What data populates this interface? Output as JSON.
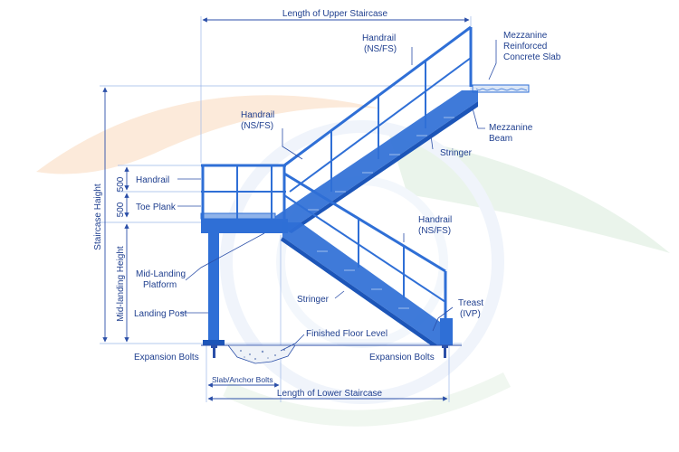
{
  "labels": {
    "length_upper": "Length of Upper Staircase",
    "mezzanine_slab_1": "Mezzanine",
    "mezzanine_slab_2": "Reinforced",
    "mezzanine_slab_3": "Concrete Slab",
    "mezzanine_beam_1": "Mezzanine",
    "mezzanine_beam_2": "Beam",
    "handrail_top_1": "Handrail",
    "handrail_top_2": "(NS/FS)",
    "handrail_mid_1": "Handrail",
    "handrail_mid_2": "(NS/FS)",
    "handrail_low_1": "Handrail",
    "handrail_low_2": "(NS/FS)",
    "stringer_upper": "Stringer",
    "stringer_lower": "Stringer",
    "handrail_left": "Handrail",
    "toe_plank": "Toe Plank",
    "dim_500_a": "500",
    "dim_500_b": "500",
    "staircase_height": "Staircase Haight",
    "mid_landing_height": "Mid-landing Height",
    "mid_landing_platform_1": "Mid-Landing",
    "mid_landing_platform_2": "Platform",
    "landing_post": "Landing Post",
    "treast_1": "Treast",
    "treast_2": "(IVP)",
    "finished_floor": "Finished Floor Level",
    "expansion_bolts_left": "Expansion Bolts",
    "expansion_bolts_right": "Expansion Bolts",
    "slab_anchor": "Slab/Anchor Bolts",
    "length_lower": "Length of Lower Staircase"
  },
  "colors": {
    "structure": "#2f6fd6",
    "text": "#1f3f8f",
    "watermark_orange": "#f6c9a0",
    "watermark_green": "#bfe0c4"
  }
}
